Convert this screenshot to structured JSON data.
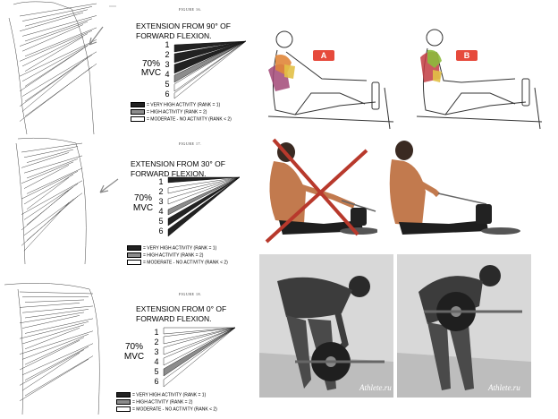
{
  "figures": [
    {
      "label": "FIGURE 16.",
      "title_line1": "EXTENSION FROM 90° OF",
      "title_line2": "FORWARD FLEXION.",
      "mvc_line1": "70%",
      "mvc_line2": "MVC",
      "ranks": [
        "1",
        "2",
        "3",
        "4",
        "5",
        "6"
      ],
      "legend": [
        "= VERY HIGH ACTIVITY (RANK = 1)",
        "= HIGH ACTIVITY (RANK = 2)",
        "= MODERATE - NO ACTIVITY (RANK < 2)"
      ]
    },
    {
      "label": "FIGURE 17.",
      "title_line1": "EXTENSION FROM 30° OF",
      "title_line2": "FORWARD FLEXION.",
      "mvc_line1": "70%",
      "mvc_line2": "MVC",
      "ranks": [
        "1",
        "2",
        "3",
        "4",
        "5",
        "6"
      ],
      "legend": [
        "= VERY HIGH ACTIVITY (RANK = 1)",
        "= HIGH ACTIVITY (RANK = 2)",
        "= MODERATE - NO ACTIVITY (RANK < 2)"
      ]
    },
    {
      "label": "FIGURE 18.",
      "title_line1": "EXTENSION FROM 0° OF",
      "title_line2": "FORWARD FLEXION.",
      "mvc_line1": "70%",
      "mvc_line2": "MVC",
      "ranks": [
        "1",
        "2",
        "3",
        "4",
        "5",
        "6"
      ],
      "legend": [
        "= VERY HIGH ACTIVITY (RANK = 1)",
        "= HIGH ACTIVITY (RANK = 2)",
        "= MODERATE - NO ACTIVITY (RANK < 2)"
      ]
    }
  ],
  "rowing_labels": {
    "a": "A",
    "b": "B"
  },
  "watermarks": [
    "Athlete.ru",
    "Athlete.ru"
  ],
  "colors": {
    "very_high": "#222222",
    "high": "#8c8c8c",
    "moderate": "#ffffff",
    "badge": "#e64a3c",
    "cross": "#b8392c",
    "skin": "#c27a4e",
    "photo_bg": "#d8d8d8"
  }
}
